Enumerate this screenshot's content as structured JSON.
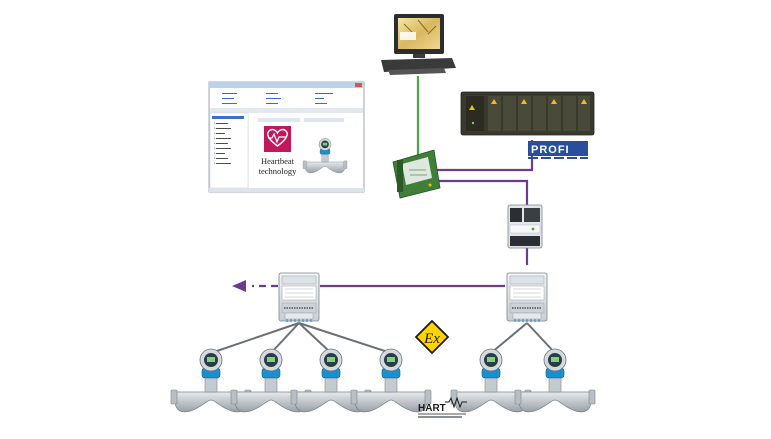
{
  "software": {
    "card_label_line1": "Heartbeat",
    "card_label_line2": "technology"
  },
  "logos": {
    "profibus": "PROFI",
    "hart": "HART"
  },
  "ex_symbol": "Ex",
  "colors": {
    "purple_bus": "#6c3a8f",
    "green_link": "#4aa843",
    "heartbeat_magenta": "#c2185b",
    "ex_yellow": "#ffd400",
    "profibus_blue": "#2a4f9a",
    "meter_blue": "#1a8fd0"
  },
  "icons": [
    "workstation-icon",
    "plc-rack-icon",
    "gateway-icon",
    "repeater-icon",
    "mux-icon",
    "flowmeter-icon",
    "heartbeat-icon",
    "atex-icon",
    "hart-logo",
    "profibus-logo"
  ]
}
